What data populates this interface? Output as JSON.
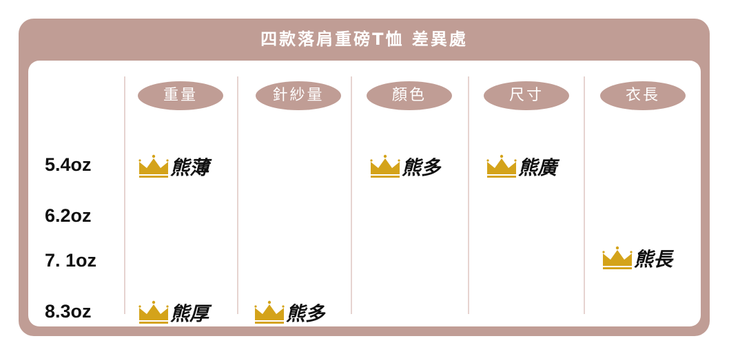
{
  "title": "四款落肩重磅T恤 差異處",
  "colors": {
    "frame": "#c09d95",
    "crown": "#d4a31a",
    "divider": "#e6d3d0"
  },
  "columns": [
    {
      "label": "重量"
    },
    {
      "label": "針紗量"
    },
    {
      "label": "顏色"
    },
    {
      "label": "尺寸"
    },
    {
      "label": "衣長"
    }
  ],
  "rows": [
    {
      "label": "5.4oz"
    },
    {
      "label": "6.2oz"
    },
    {
      "label": "7. 1oz"
    },
    {
      "label": "8.3oz"
    }
  ],
  "awards": [
    {
      "row": "5.4oz",
      "column": "重量",
      "icon": "crown-icon",
      "text": "熊薄"
    },
    {
      "row": "5.4oz",
      "column": "顏色",
      "icon": "crown-icon",
      "text": "熊多"
    },
    {
      "row": "5.4oz",
      "column": "尺寸",
      "icon": "crown-icon",
      "text": "熊廣"
    },
    {
      "row": "7. 1oz",
      "column": "衣長",
      "icon": "crown-icon",
      "text": "熊長"
    },
    {
      "row": "8.3oz",
      "column": "重量",
      "icon": "crown-icon",
      "text": "熊厚"
    },
    {
      "row": "8.3oz",
      "column": "針紗量",
      "icon": "crown-icon",
      "text": "熊多"
    }
  ]
}
